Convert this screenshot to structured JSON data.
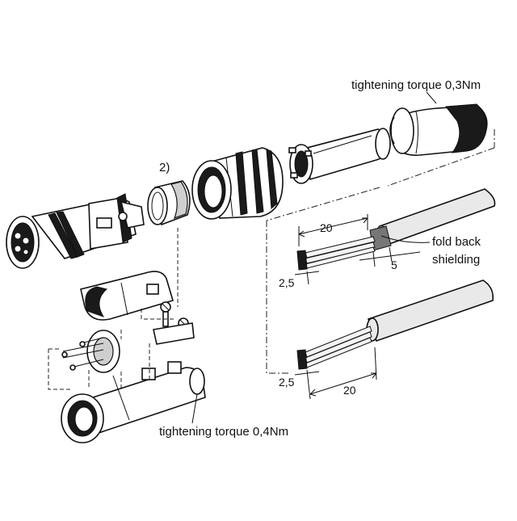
{
  "labels": {
    "torque_top": "tightening torque 0,3Nm",
    "torque_bottom": "tightening torque 0,4Nm",
    "note_2": "2)",
    "fold_back_line1": "fold back",
    "fold_back_line2": "shielding"
  },
  "dimensions": {
    "upper_strip_length": "20",
    "upper_wire_end": "2,5",
    "upper_shield_length": "5",
    "lower_wire_end": "2,5",
    "lower_strip_length": "20"
  },
  "colors": {
    "line": "#111111",
    "jacket": "#e9e9e9",
    "braid": "#777777",
    "background": "#ffffff"
  }
}
